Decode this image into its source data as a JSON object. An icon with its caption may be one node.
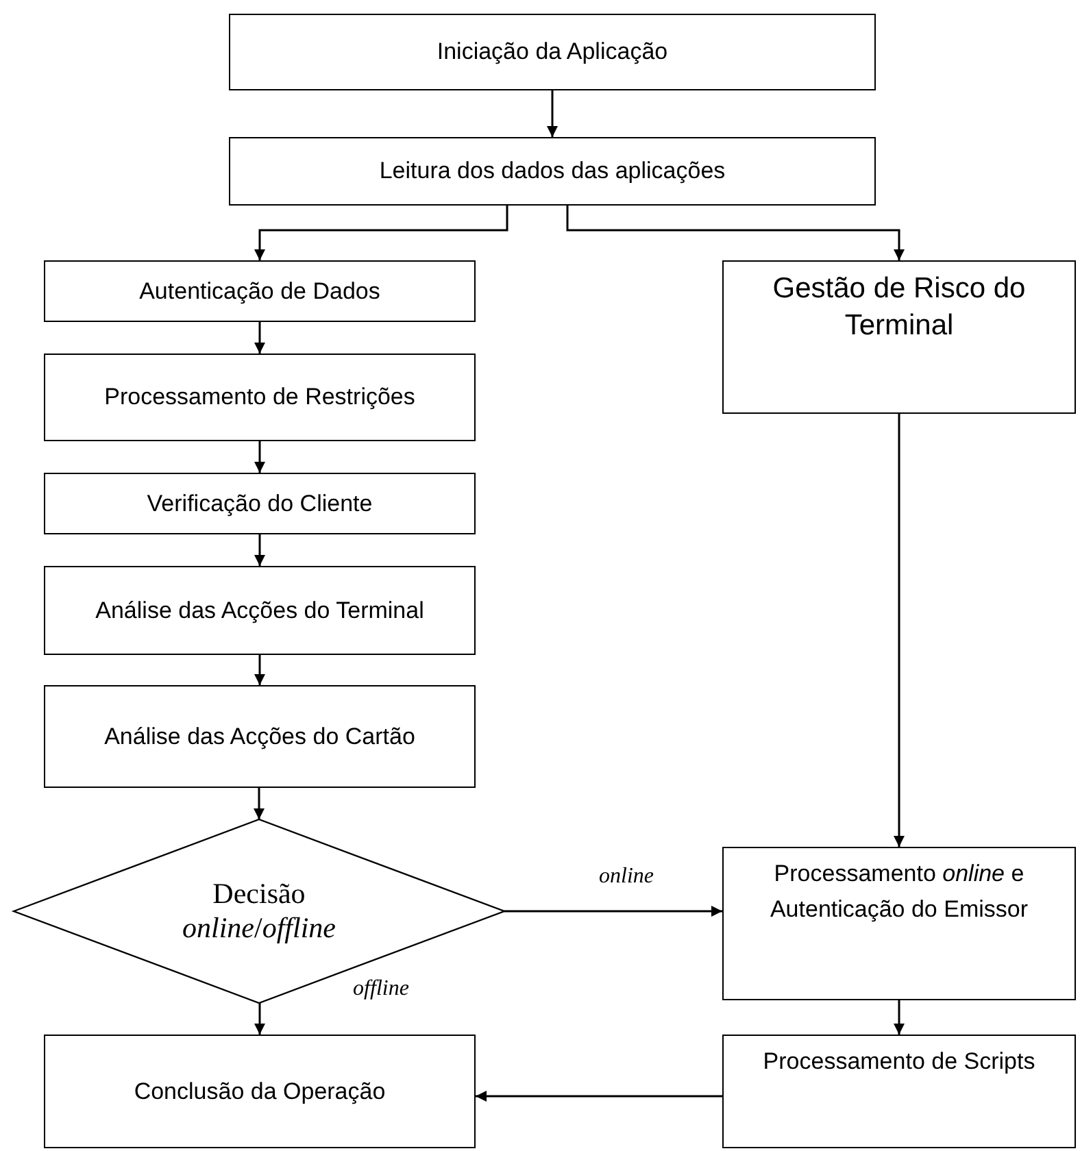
{
  "diagram": {
    "nodes": [
      {
        "text": [
          "Iniciação da Aplicação"
        ]
      },
      {
        "text": [
          "Leitura dos dados das aplicações"
        ]
      },
      {
        "text": [
          "Autenticação de Dados"
        ]
      },
      {
        "text": [
          "Gestão de Risco do Terminal"
        ]
      },
      {
        "text": [
          "Processamento de Restrições"
        ]
      },
      {
        "text": [
          "Verificação do Cliente"
        ]
      },
      {
        "text": [
          "Análise das Acções do Terminal"
        ]
      },
      {
        "text": [
          "Análise das Acções do Cartão"
        ]
      },
      {
        "text": [
          "Decisão",
          "*online*/*offline*"
        ]
      },
      {
        "text": [
          "Processamento *online* e Autenticação do Emissor"
        ]
      },
      {
        "text": [
          "Conclusão da Operação"
        ]
      },
      {
        "text": [
          "Processamento de Scripts"
        ]
      }
    ],
    "edges": [
      {
        "from": 0,
        "to": 1,
        "arrow": "to"
      },
      {
        "from": 1,
        "to": 2,
        "arrow": "to"
      },
      {
        "from": 1,
        "to": 3,
        "arrow": "to"
      },
      {
        "from": 2,
        "to": 4,
        "arrow": "to"
      },
      {
        "from": 4,
        "to": 5,
        "arrow": "to"
      },
      {
        "from": 5,
        "to": 6,
        "arrow": "to"
      },
      {
        "from": 6,
        "to": 7,
        "arrow": "to"
      },
      {
        "from": 7,
        "to": 8,
        "arrow": "to"
      },
      {
        "from": 8,
        "to": 9,
        "arrow": "to",
        "label": "online"
      },
      {
        "from": 8,
        "to": 10,
        "arrow": "to",
        "label": "offline"
      },
      {
        "from": 3,
        "to": 9,
        "arrow": "to"
      },
      {
        "from": 9,
        "to": 11,
        "arrow": "to"
      },
      {
        "from": 11,
        "to": 10,
        "arrow": "to"
      }
    ]
  }
}
